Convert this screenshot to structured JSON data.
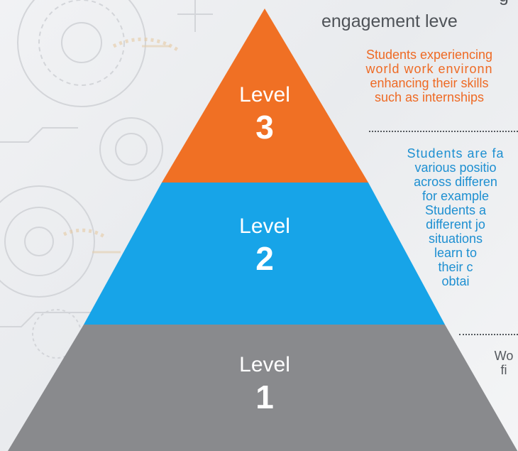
{
  "heading": {
    "line1": "g",
    "line2": "engagement leve"
  },
  "levels": [
    {
      "word": "Level",
      "number": "3",
      "color": "#f07024",
      "description": [
        "Students experiencing",
        "world work environn",
        "enhancing their skills",
        "such as internships"
      ]
    },
    {
      "word": "Level",
      "number": "2",
      "color": "#17a4e8",
      "description": [
        "Students are fa",
        "various positio",
        "across differen",
        "for example",
        "Students a",
        "different jo",
        "situations",
        "learn to",
        "their c",
        "obtai"
      ]
    },
    {
      "word": "Level",
      "number": "1",
      "color": "#898a8d",
      "description": [
        "Wo",
        "fi"
      ]
    }
  ]
}
